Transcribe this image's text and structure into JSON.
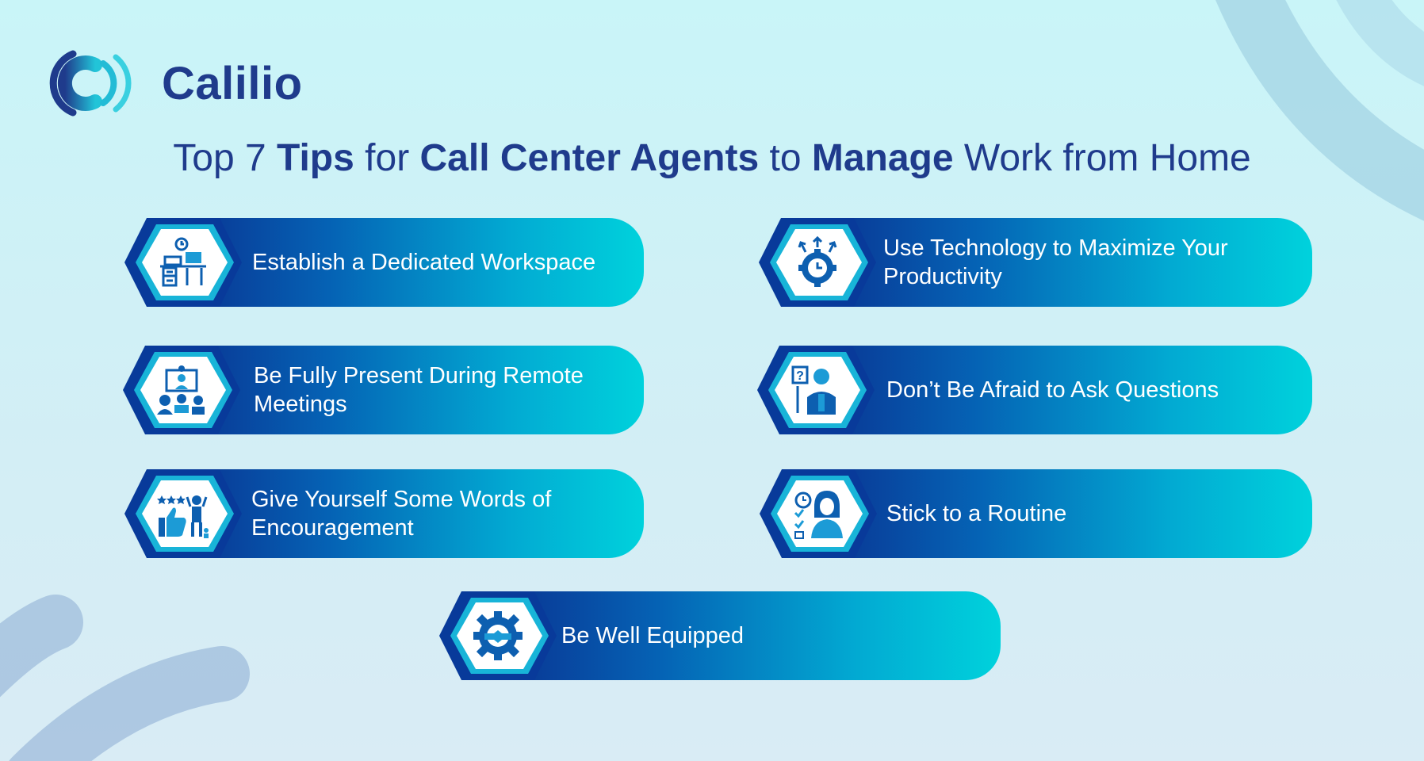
{
  "brand": {
    "name": "Calilio"
  },
  "title": {
    "p1": "Top 7 ",
    "p2": "Tips",
    "p3": " for ",
    "p4": "Call Center Agents",
    "p5": " to ",
    "p6": "Manage",
    "p7": " Work from Home"
  },
  "tips": [
    {
      "label": "Establish a Dedicated Workspace",
      "icon": "desk-workspace-icon"
    },
    {
      "label": "Use Technology to Maximize Your Productivity",
      "icon": "gear-clock-icon"
    },
    {
      "label": "Be Fully Present During Remote Meetings",
      "icon": "video-meeting-icon"
    },
    {
      "label": "Don’t Be Afraid to Ask Questions",
      "icon": "question-person-icon"
    },
    {
      "label": "Give Yourself Some Words of Encouragement",
      "icon": "thumbs-up-icon"
    },
    {
      "label": "Stick to a Routine",
      "icon": "routine-checklist-icon"
    },
    {
      "label": "Be Well Equipped",
      "icon": "gear-handshake-icon"
    }
  ],
  "colors": {
    "brand_navy": "#1f3b8c",
    "gradient_start": "#0a2e8e",
    "gradient_end": "#00d2dc",
    "background": "#c9f5f8"
  }
}
